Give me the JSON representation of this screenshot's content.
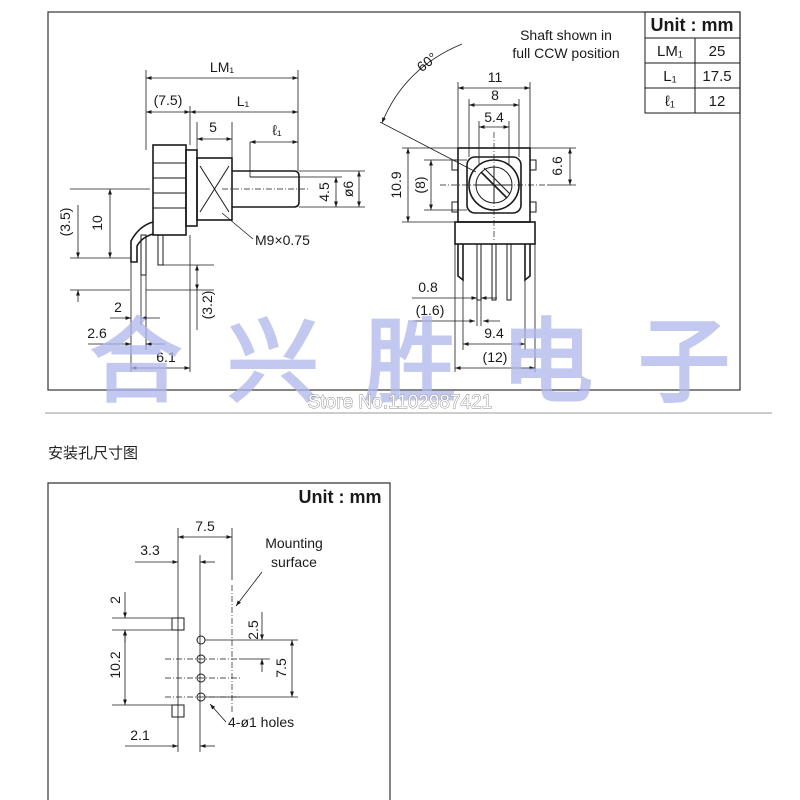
{
  "colors": {
    "line": "#1a1a1a",
    "watermark": "#aeb6ea",
    "divider": "#cccccc"
  },
  "unit_table": {
    "unit_label": "Unit : mm",
    "rows": [
      {
        "param": "LM₁",
        "value": "25"
      },
      {
        "param": "L₁",
        "value": "17.5"
      },
      {
        "param": "ℓ₁",
        "value": "12"
      }
    ]
  },
  "side_view": {
    "lm1": "LM₁",
    "dim_7_5": "(7.5)",
    "l1": "L₁",
    "dim_5": "5",
    "ell1": "ℓ₁",
    "dim_4_5": "4.5",
    "dia_6": "ø6",
    "thread": "M9×0.75",
    "dim_10": "10",
    "dim_3_5": "(3.5)",
    "dim_3_2": "(3.2)",
    "dim_2": "2",
    "dim_2_6": "2.6",
    "dim_6_1": "6.1"
  },
  "front_view": {
    "note_line1": "Shaft shown in",
    "note_line2": "full CCW position",
    "angle": "60°",
    "dim_11": "11",
    "dim_8": "8",
    "dim_5_4": "5.4",
    "dim_10_9": "10.9",
    "dim_8_paren": "(8)",
    "dim_6_6": "6.6",
    "dim_0_8": "0.8",
    "dim_1_6": "(1.6)",
    "dim_9_4": "9.4",
    "dim_12": "(12)"
  },
  "watermark": {
    "text": "合兴胜电子",
    "store": "Store No.1102987421"
  },
  "mounting": {
    "title": "安装孔尺寸图",
    "unit_label": "Unit : mm",
    "dim_7_5": "7.5",
    "dim_3_3": "3.3",
    "surface_line1": "Mounting",
    "surface_line2": "surface",
    "dim_2": "2",
    "dim_2_5": "2.5",
    "dim_10_2": "10.2",
    "dim_7_5_vertical": "7.5",
    "holes": "4-ø1 holes",
    "dim_2_1": "2.1"
  }
}
